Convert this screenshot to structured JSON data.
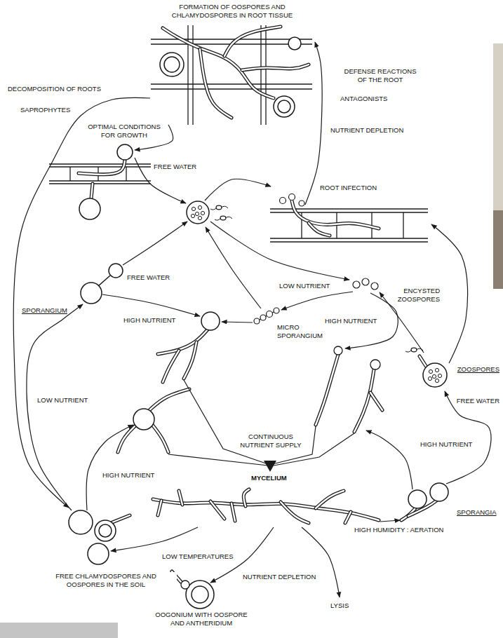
{
  "diagram": {
    "labels": [
      "FORMATION OF OOSPORES AND CHLAMYDOSPORES IN ROOT TISSUE",
      "DECOMPOSITION OF ROOTS",
      "SAPROPHYTES",
      "OPTIMAL CONDITIONS FOR GROWTH",
      "DEFENSE REACTIONS OF THE ROOT",
      "ANTAGONISTS",
      "NUTRIENT DEPLETION",
      "FREE WATER",
      "ROOT INFECTION",
      "FREE WATER",
      "LOW NUTRIENT",
      "ENCYSTED ZOOSPORES",
      "SPORANGIUM",
      "HIGH NUTRIENT",
      "MICRO SPORANGIUM",
      "HIGH NUTRIENT",
      "ZOOSPORES",
      "LOW NUTRIENT",
      "FREE WATER",
      "CONTINUOUS NUTRIENT SUPPLY",
      "HIGH NUTRIENT",
      "HIGH NUTRIENT",
      "MYCELIUM",
      "SPORANGIA",
      "HIGH HUMIDITY : AERATION",
      "LOW TEMPERATURES",
      "FREE CHLAMYDOSPORES AND OOSPORES IN THE SOIL",
      "NUTRIENT DEPLETION",
      "LYSIS",
      "OOGONIUM WITH OOSPORE AND ANTHERIDIUM"
    ]
  }
}
